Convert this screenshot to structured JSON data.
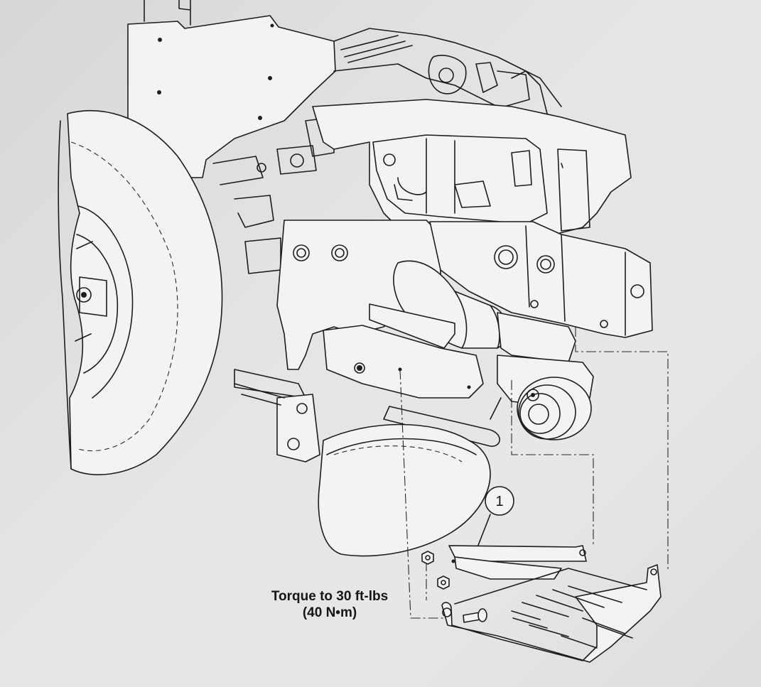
{
  "callout": {
    "number": "1"
  },
  "torque_note": {
    "line1": "Torque to 30 ft-lbs",
    "line2": "(40 N•m)"
  }
}
